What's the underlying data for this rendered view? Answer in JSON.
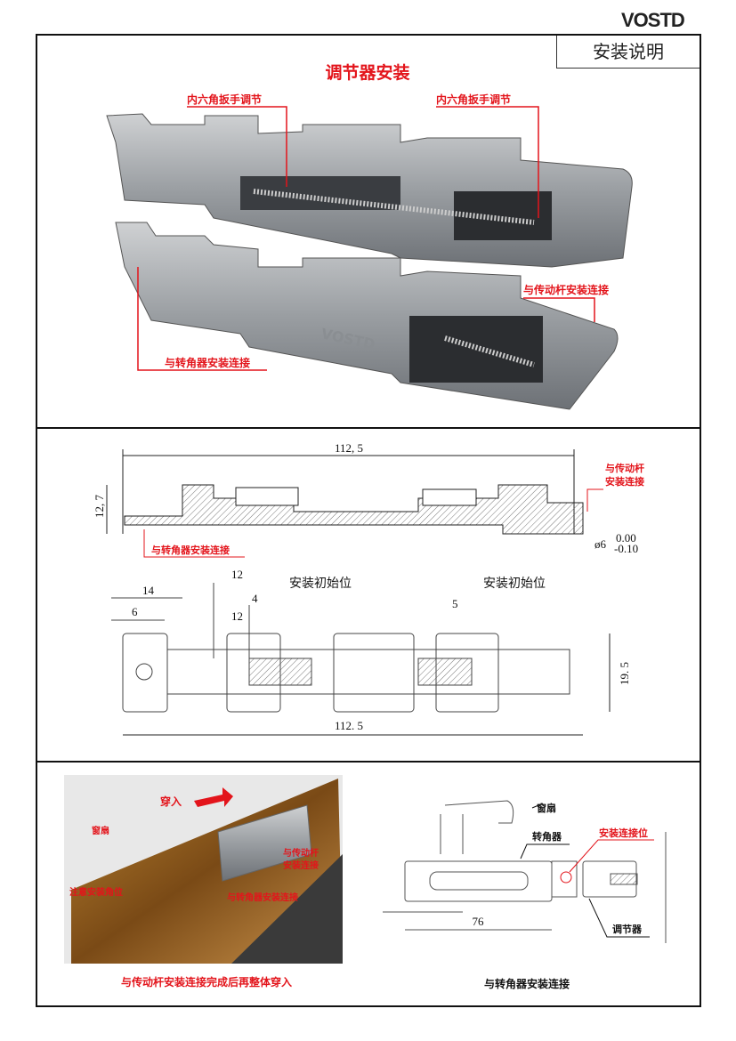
{
  "header": {
    "logo": "VOSTD",
    "doc_title": "安装说明"
  },
  "section1": {
    "title": "调节器安装",
    "label_hex_left": "内六角扳手调节",
    "label_hex_right": "内六角扳手调节",
    "label_drive_rod": "与传动杆安装连接",
    "label_corner": "与转角器安装连接",
    "part_marking": "VOSTD"
  },
  "section2": {
    "side_view": {
      "length": "112, 5",
      "height": "12, 7",
      "label_drive_rod_1": "与传动杆",
      "label_drive_rod_2": "安装连接",
      "label_corner": "与转角器安装连接",
      "hole_dia": "ø6",
      "tol_upper": "0.00",
      "tol_lower": "-0.10"
    },
    "top_view": {
      "dim_14": "14",
      "dim_6": "6",
      "dim_12a": "12",
      "dim_12b": "12",
      "dim_4": "4",
      "dim_5": "5",
      "initial_pos_left": "安装初始位",
      "initial_pos_right": "安装初始位",
      "width": "19. 5",
      "length": "112. 5"
    }
  },
  "section3": {
    "photo": {
      "insert": "穿入",
      "sash": "窗扇",
      "note_corner": "注意安装角位",
      "drive_rod_1": "与传动杆",
      "drive_rod_2": "安装连接",
      "corner": "与转角器安装连接",
      "caption": "与传动杆安装连接完成后再整体穿入"
    },
    "drawing": {
      "sash": "窗扇",
      "corner_device": "转角器",
      "install_pos": "安装连接位",
      "regulator": "调节器",
      "dim_76": "76",
      "caption": "与转角器安装连接"
    }
  }
}
